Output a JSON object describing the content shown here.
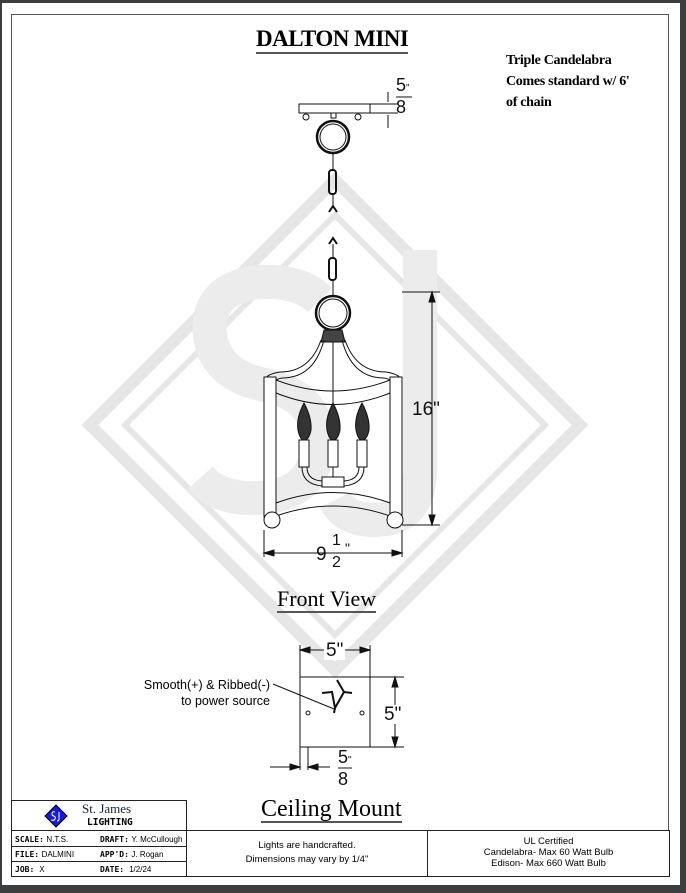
{
  "title": "DALTON MINI",
  "notes": [
    "Triple Candelabra",
    "Comes standard w/ 6'",
    "of chain"
  ],
  "dimensions": {
    "canopy_height": {
      "num": "5",
      "den": "8",
      "unit": "\""
    },
    "height": "16\"",
    "width": {
      "whole": "9",
      "num": "1",
      "den": "2",
      "unit": "\""
    },
    "mount_width": "5\"",
    "mount_height": "5\"",
    "mount_offset": {
      "num": "5",
      "den": "8",
      "unit": "\""
    }
  },
  "front_view_label": "Front View",
  "ceiling_mount_label": "Ceiling Mount",
  "callout": [
    "Smooth(+) & Ribbed(-)",
    "to power source"
  ],
  "watermark": "SJ",
  "title_block": {
    "company": "St. James",
    "company_sub": "LIGHTING",
    "logo_text": "SJ",
    "scale_label": "SCALE:",
    "scale": "N.T.S.",
    "draft_label": "DRAFT:",
    "draft": "Y. McCullough",
    "file_label": "FILE:",
    "file": "DALMINI",
    "appd_label": "APP'D:",
    "appd": "J. Rogan",
    "job_label": "JOB:",
    "job": "X",
    "date_label": "DATE:",
    "date": "1/2/24",
    "note1": "Lights are handcrafted.",
    "note2": "Dimensions may vary by 1/4\"",
    "cert1": "UL Certified",
    "cert2": "Candelabra- Max 60 Watt Bulb",
    "cert3": "Edison- Max 660 Watt Bulb"
  },
  "colors": {
    "logo": "#1a1ad0",
    "background": "#3c3e40"
  }
}
